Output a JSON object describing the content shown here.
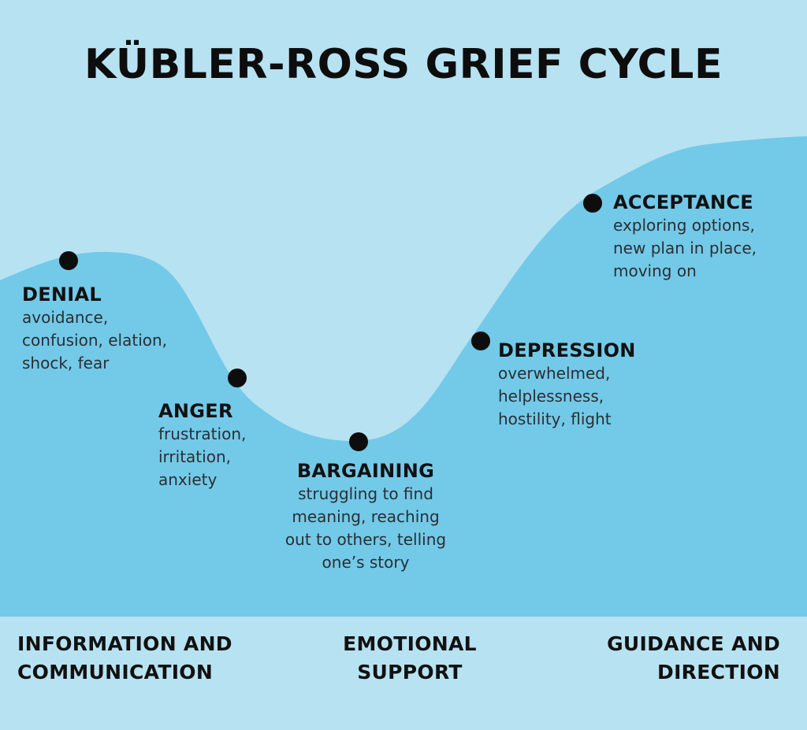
{
  "title": "KÜBLER-ROSS GRIEF CYCLE",
  "colors": {
    "background": "#b7e2f2",
    "curve_fill": "#73c9e8",
    "dot": "#0d0d0d",
    "text": "#111111"
  },
  "stages": [
    {
      "name": "DENIAL",
      "description_lines": [
        "avoidance,",
        "confusion, elation,",
        "shock, fear"
      ]
    },
    {
      "name": "ANGER",
      "description_lines": [
        "frustration,",
        "irritation,",
        "anxiety"
      ]
    },
    {
      "name": "BARGAINING",
      "description_lines": [
        "struggling to find",
        "meaning, reaching",
        "out to others, telling",
        "one’s story"
      ]
    },
    {
      "name": "DEPRESSION",
      "description_lines": [
        "overwhelmed,",
        "helplessness,",
        "hostility, flight"
      ]
    },
    {
      "name": "ACCEPTANCE",
      "description_lines": [
        "exploring options,",
        "new plan in place,",
        "moving on"
      ]
    }
  ],
  "footer": {
    "left": [
      "INFORMATION AND",
      "COMMUNICATION"
    ],
    "center": [
      "EMOTIONAL",
      "SUPPORT"
    ],
    "right": [
      "GUIDANCE AND",
      "DIRECTION"
    ]
  }
}
